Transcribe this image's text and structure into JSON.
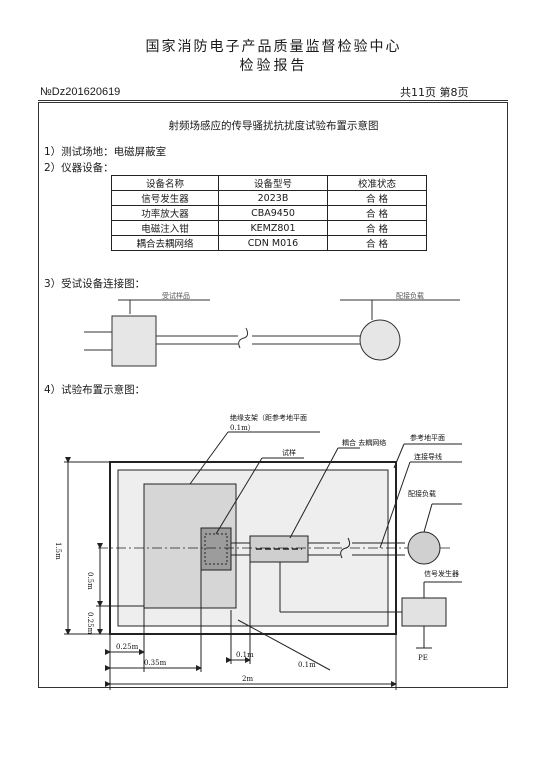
{
  "header": {
    "org": "国家消防电子产品质量监督检验中心",
    "report": "检验报告",
    "doc_no": "№Dz201620619",
    "page_info": "共11页 第8页"
  },
  "title": "射频场感应的传导骚扰抗扰度试验布置示意图",
  "sections": {
    "s1": "1）测试场地：电磁屏蔽室",
    "s2": "2）仪器设备：",
    "s3": "3）受试设备连接图：",
    "s4": "4）试验布置示意图："
  },
  "equipment_table": {
    "headers": [
      "设备名称",
      "设备型号",
      "校准状态"
    ],
    "rows": [
      [
        "信号发生器",
        "2023B",
        "合 格"
      ],
      [
        "功率放大器",
        "CBA9450",
        "合 格"
      ],
      [
        "电磁注入钳",
        "KEMZ801",
        "合 格"
      ],
      [
        "耦合去耦网络",
        "CDN M016",
        "合 格"
      ]
    ]
  },
  "connection_diagram": {
    "eut_label": "受试样品",
    "load_label": "配接负载"
  },
  "layout_diagram": {
    "support_label": "绝缘支架（距参考地平面",
    "support_dim": "0.1m）",
    "eut_label": "试样",
    "cdn_label": "耦合 去耦网络",
    "ground_label": "参考地平面",
    "cable_label": "连接导线",
    "load_label": "配接负载",
    "generator_label": "信号发生器",
    "pe_label": "PE",
    "dim_1_5m": "1.5m",
    "dim_0_5m": "0.5m",
    "dim_0_25m_v": "0.25m",
    "dim_0_25m_h": "0.25m",
    "dim_0_35m": "0.35m",
    "dim_0_1m_a": "0.1m",
    "dim_0_1m_b": "0.1m",
    "dim_2m": "2m"
  }
}
